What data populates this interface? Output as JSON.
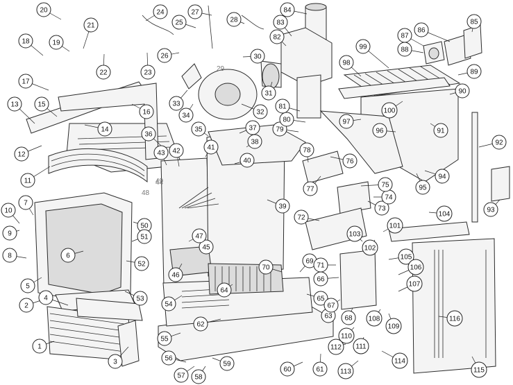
{
  "diagram": {
    "callouts": [
      {
        "label": "1"
      },
      {
        "label": "2"
      },
      {
        "label": "3"
      },
      {
        "label": "4"
      },
      {
        "label": "5"
      },
      {
        "label": "6"
      },
      {
        "label": "7"
      },
      {
        "label": "8"
      },
      {
        "label": "9"
      },
      {
        "label": "10"
      },
      {
        "label": "11"
      },
      {
        "label": "12"
      },
      {
        "label": "13"
      },
      {
        "label": "14"
      },
      {
        "label": "15"
      },
      {
        "label": "16"
      },
      {
        "label": "17"
      },
      {
        "label": "18"
      },
      {
        "label": "19"
      },
      {
        "label": "20"
      },
      {
        "label": "21"
      },
      {
        "label": "22"
      },
      {
        "label": "23"
      },
      {
        "label": "24"
      },
      {
        "label": "25"
      },
      {
        "label": "26"
      },
      {
        "label": "27"
      },
      {
        "label": "28"
      },
      {
        "label": "30"
      },
      {
        "label": "31"
      },
      {
        "label": "32"
      },
      {
        "label": "33"
      },
      {
        "label": "34"
      },
      {
        "label": "35"
      },
      {
        "label": "36"
      },
      {
        "label": "37"
      },
      {
        "label": "38"
      },
      {
        "label": "39"
      },
      {
        "label": "40"
      },
      {
        "label": "41"
      },
      {
        "label": "42"
      },
      {
        "label": "43"
      },
      {
        "label": "45"
      },
      {
        "label": "46"
      },
      {
        "label": "47"
      },
      {
        "label": "50"
      },
      {
        "label": "51"
      },
      {
        "label": "52"
      },
      {
        "label": "53"
      },
      {
        "label": "54"
      },
      {
        "label": "55"
      },
      {
        "label": "56"
      },
      {
        "label": "57"
      },
      {
        "label": "58"
      },
      {
        "label": "59"
      },
      {
        "label": "60"
      },
      {
        "label": "61"
      },
      {
        "label": "62"
      },
      {
        "label": "63"
      },
      {
        "label": "64"
      },
      {
        "label": "65"
      },
      {
        "label": "66"
      },
      {
        "label": "67"
      },
      {
        "label": "68"
      },
      {
        "label": "69"
      },
      {
        "label": "70"
      },
      {
        "label": "71"
      },
      {
        "label": "72"
      },
      {
        "label": "73"
      },
      {
        "label": "74"
      },
      {
        "label": "75"
      },
      {
        "label": "76"
      },
      {
        "label": "77"
      },
      {
        "label": "78"
      },
      {
        "label": "79"
      },
      {
        "label": "80"
      },
      {
        "label": "81"
      },
      {
        "label": "82"
      },
      {
        "label": "83"
      },
      {
        "label": "84"
      },
      {
        "label": "85"
      },
      {
        "label": "86"
      },
      {
        "label": "87"
      },
      {
        "label": "88"
      },
      {
        "label": "89"
      },
      {
        "label": "90"
      },
      {
        "label": "91"
      },
      {
        "label": "92"
      },
      {
        "label": "93"
      },
      {
        "label": "94"
      },
      {
        "label": "95"
      },
      {
        "label": "96"
      },
      {
        "label": "97"
      },
      {
        "label": "98"
      },
      {
        "label": "99"
      },
      {
        "label": "100"
      },
      {
        "label": "101"
      },
      {
        "label": "102"
      },
      {
        "label": "103"
      },
      {
        "label": "104"
      },
      {
        "label": "105"
      },
      {
        "label": "106"
      },
      {
        "label": "107"
      },
      {
        "label": "108"
      },
      {
        "label": "109"
      },
      {
        "label": "110"
      },
      {
        "label": "111"
      },
      {
        "label": "112"
      },
      {
        "label": "113"
      },
      {
        "label": "114"
      },
      {
        "label": "115"
      },
      {
        "label": "116"
      }
    ],
    "plain_labels": [
      {
        "label": "29"
      },
      {
        "label": "44"
      },
      {
        "label": "48"
      },
      {
        "label": "49"
      }
    ]
  }
}
